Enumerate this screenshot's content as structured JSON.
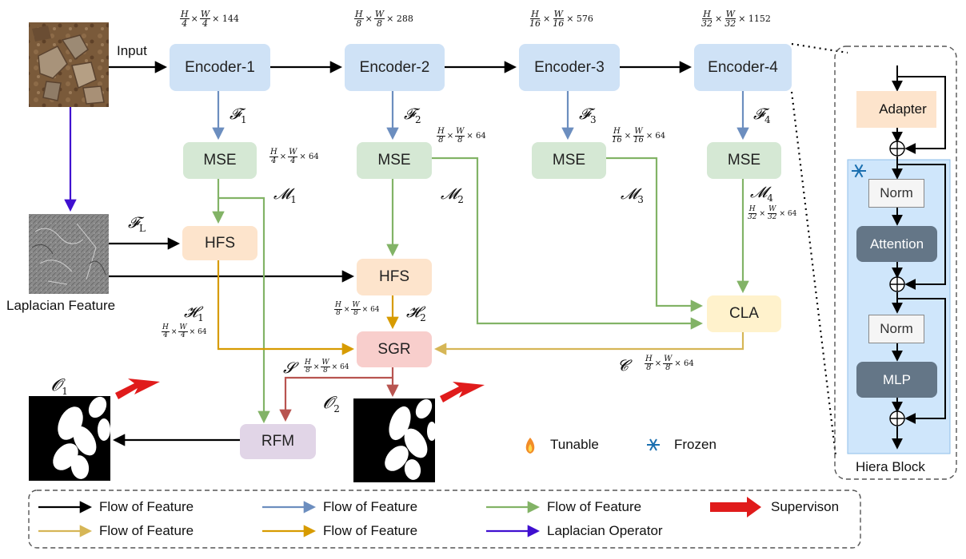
{
  "nodes": {
    "encoder1": "Encoder-1",
    "encoder2": "Encoder-2",
    "encoder3": "Encoder-3",
    "encoder4": "Encoder-4",
    "mse": "MSE",
    "hfs": "HFS",
    "cla": "CLA",
    "sgr": "SGR",
    "rfm": "RFM"
  },
  "labels": {
    "input": "Input",
    "laplacian_feature": "Laplacian Feature",
    "tunable": "Tunable",
    "frozen": "Frozen"
  },
  "symbols": {
    "F1": "𝓕",
    "F1_sub": "1",
    "F2": "𝓕",
    "F2_sub": "2",
    "F3": "𝓕",
    "F3_sub": "3",
    "F4": "𝓕",
    "F4_sub": "4",
    "FL": "𝓕",
    "FL_sub": "L",
    "M1": "𝓜",
    "M1_sub": "1",
    "M2": "𝓜",
    "M2_sub": "2",
    "M3": "𝓜",
    "M3_sub": "3",
    "M4": "𝓜",
    "M4_sub": "4",
    "H1": "𝓗",
    "H1_sub": "1",
    "H2": "𝓗",
    "H2_sub": "2",
    "S": "𝓢",
    "C": "𝓒",
    "O1": "𝓞",
    "O1_sub": "1",
    "O2": "𝓞",
    "O2_sub": "2"
  },
  "dims": {
    "enc1": {
      "num1": "H",
      "den1": "4",
      "num2": "W",
      "den2": "4",
      "ch": "× 144"
    },
    "enc2": {
      "num1": "H",
      "den1": "8",
      "num2": "W",
      "den2": "8",
      "ch": "× 288"
    },
    "enc3": {
      "num1": "H",
      "den1": "16",
      "num2": "W",
      "den2": "16",
      "ch": "× 576"
    },
    "enc4": {
      "num1": "H",
      "den1": "32",
      "num2": "W",
      "den2": "32",
      "ch": "× 1152"
    },
    "mse1": {
      "num1": "H",
      "den1": "4",
      "num2": "W",
      "den2": "4",
      "ch": "× 64"
    },
    "mse2": {
      "num1": "H",
      "den1": "8",
      "num2": "W",
      "den2": "8",
      "ch": "× 64"
    },
    "mse3": {
      "num1": "H",
      "den1": "16",
      "num2": "W",
      "den2": "16",
      "ch": "× 64"
    },
    "mse4": {
      "num1": "H",
      "den1": "32",
      "num2": "W",
      "den2": "32",
      "ch": "× 64"
    },
    "h1": {
      "num1": "H",
      "den1": "4",
      "num2": "W",
      "den2": "4",
      "ch": "× 64"
    },
    "h2": {
      "num1": "H",
      "den1": "8",
      "num2": "W",
      "den2": "8",
      "ch": "× 64"
    },
    "s": {
      "num1": "H",
      "den1": "8",
      "num2": "W",
      "den2": "8",
      "ch": "× 64"
    },
    "c": {
      "num1": "H",
      "den1": "8",
      "num2": "W",
      "den2": "8",
      "ch": "× 64"
    },
    "times": "×"
  },
  "hiera": {
    "adapter": "Adapter",
    "norm1": "Norm",
    "attention": "Attention",
    "norm2": "Norm",
    "mlp": "MLP",
    "title": "Hiera Block"
  },
  "legend": {
    "items": [
      {
        "label": "Flow of Feature",
        "color": "#000000",
        "kind": "arrow"
      },
      {
        "label": "Flow of Feature",
        "color": "#6c8ebf",
        "kind": "arrow"
      },
      {
        "label": "Flow of Feature",
        "color": "#82b366",
        "kind": "arrow"
      },
      {
        "label": "Supervison",
        "color": "#e01b1b",
        "kind": "fat-arrow"
      },
      {
        "label": "Flow of Feature",
        "color": "#d6b656",
        "kind": "arrow"
      },
      {
        "label": "Flow of Feature",
        "color": "#d79b00",
        "kind": "arrow"
      },
      {
        "label": "Laplacian Operator",
        "color": "#3f0fd0",
        "kind": "arrow"
      }
    ]
  },
  "colors": {
    "black": "#000000",
    "blue": "#6c8ebf",
    "green": "#82b366",
    "tan": "#d6b656",
    "orange": "#d79b00",
    "red": "#b85450",
    "purple": "#3f0fd0",
    "supervision": "#e01b1b"
  }
}
